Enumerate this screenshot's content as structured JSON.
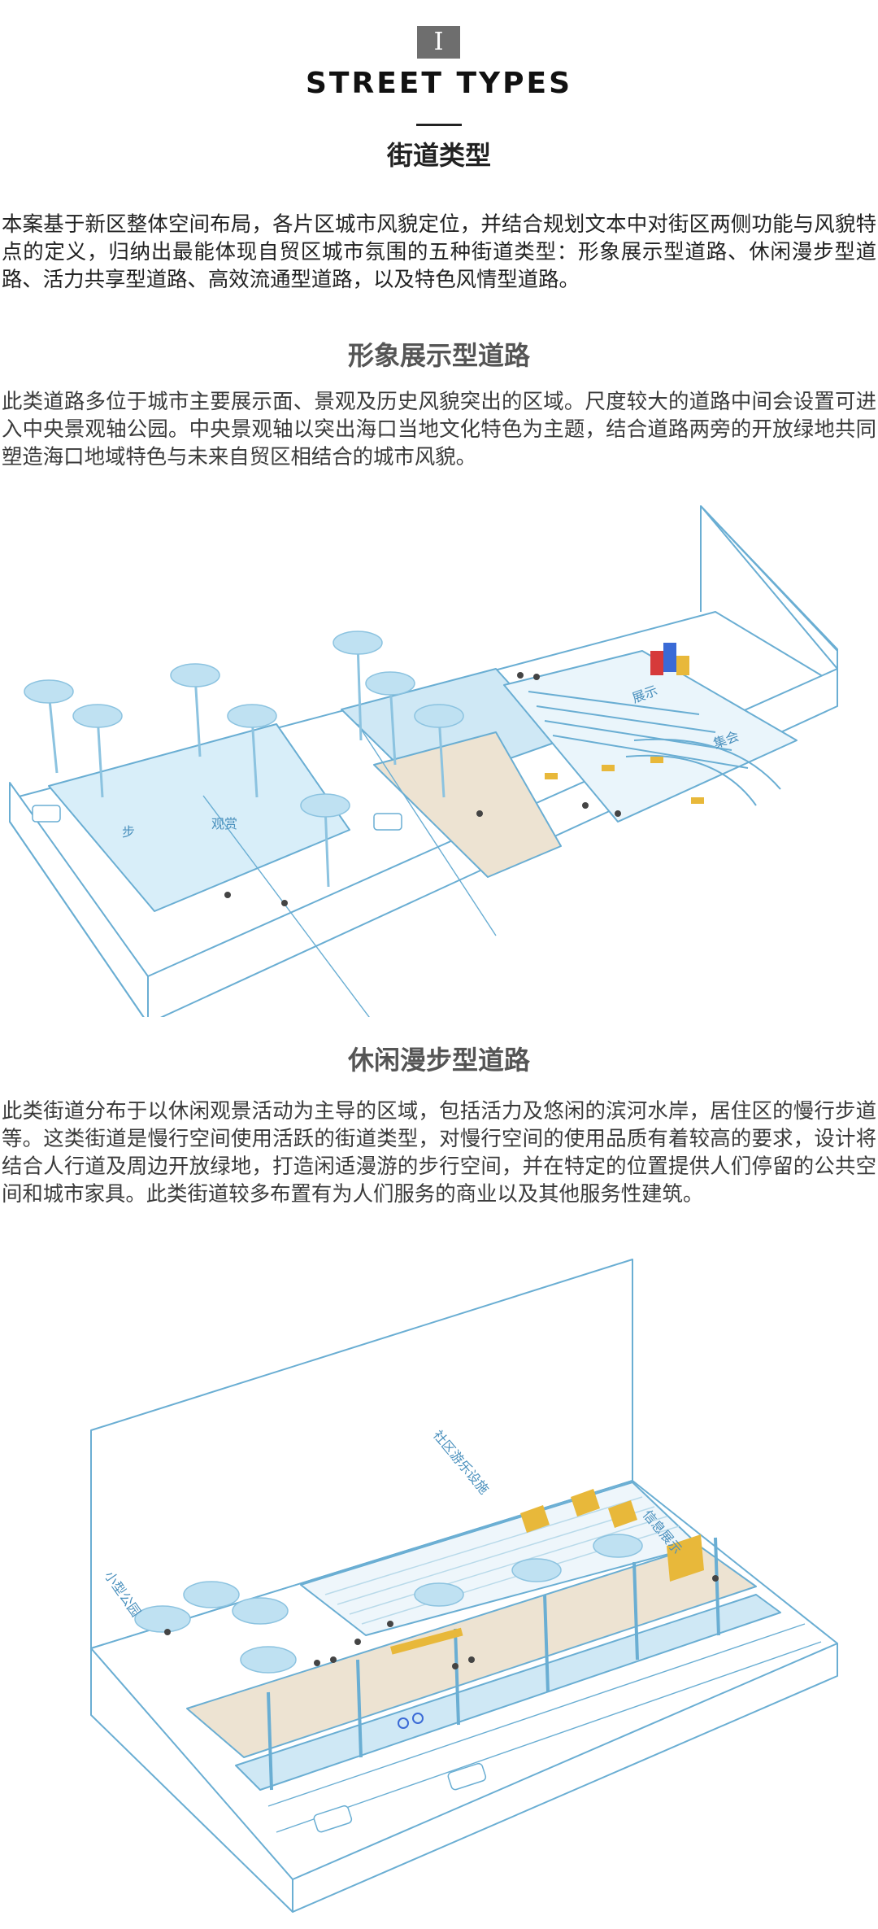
{
  "header": {
    "badge": "I",
    "title_en": "STREET TYPES",
    "title_zh": "街道类型"
  },
  "intro": "本案基于新区整体空间布局，各片区城市风貌定位，并结合规划文本中对街区两侧功能与风貌特点的定义，归纳出最能体现自贸区城市氛围的五种街道类型：形象展示型道路、休闲漫步型道路、活力共享型道路、高效流通型道路，以及特色风情型道路。",
  "sections": [
    {
      "heading": "形象展示型道路",
      "body": "此类道路多位于城市主要展示面、景观及历史风貌突出的区域。尺度较大的道路中间会设置可进入中央景观轴公园。中央景观轴以突出海口当地文化特色为主题，结合道路两旁的开放绿地共同塑造海口地域特色与未来自贸区相结合的城市风貌。",
      "labels": {
        "walk": "步",
        "view": "观赏",
        "show": "展示",
        "gather": "集会"
      }
    },
    {
      "heading": "休闲漫步型道路",
      "body": "此类街道分布于以休闲观景活动为主导的区域，包括活力及悠闲的滨河水岸，居住区的慢行步道等。这类街道是慢行空间使用活跃的街道类型，对慢行空间的使用品质有着较高的要求，设计将结合人行道及周边开放绿地，打造闲适漫游的步行空间，并在特定的位置提供人们停留的公共空间和城市家具。此类街道较多布置有为人们服务的商业以及其他服务性建筑。",
      "labels": {
        "park": "小型公园",
        "play": "社区游乐设施",
        "info": "信息展示"
      }
    }
  ],
  "colors": {
    "line": "#6aaed3",
    "water": "#cfe8f5",
    "sand": "#ede3d2",
    "yellow": "#e8b83a",
    "badge": "#6e6e6e"
  }
}
